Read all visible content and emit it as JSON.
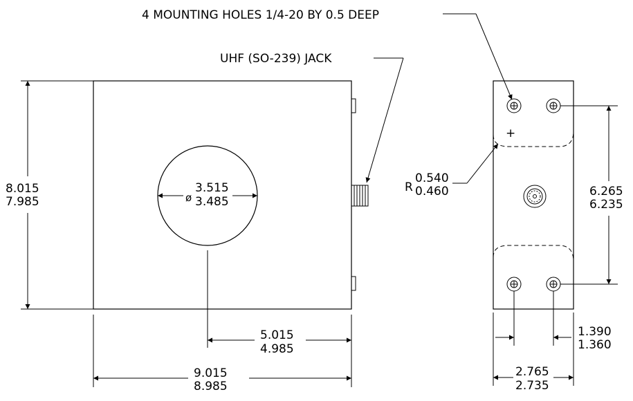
{
  "callouts": {
    "mounting_holes": "4 MOUNTING HOLES 1/4-20 BY 0.5 DEEP",
    "jack": "UHF (SO-239) JACK"
  },
  "dimensions": {
    "height": {
      "max": "8.015",
      "min": "7.985"
    },
    "diameter": {
      "symbol": "ø",
      "max": "3.515",
      "min": "3.485"
    },
    "center_offset": {
      "max": "5.015",
      "min": "4.985"
    },
    "width": {
      "max": "9.015",
      "min": "8.985"
    },
    "radius": {
      "prefix": "R",
      "max": "0.540",
      "min": "0.460"
    },
    "hole_spacing": {
      "max": "6.265",
      "min": "6.235"
    },
    "hole_inset": {
      "max": "1.390",
      "min": "1.360"
    },
    "side_width": {
      "max": "2.765",
      "min": "2.735"
    }
  },
  "symbols": {
    "plus": "+"
  }
}
